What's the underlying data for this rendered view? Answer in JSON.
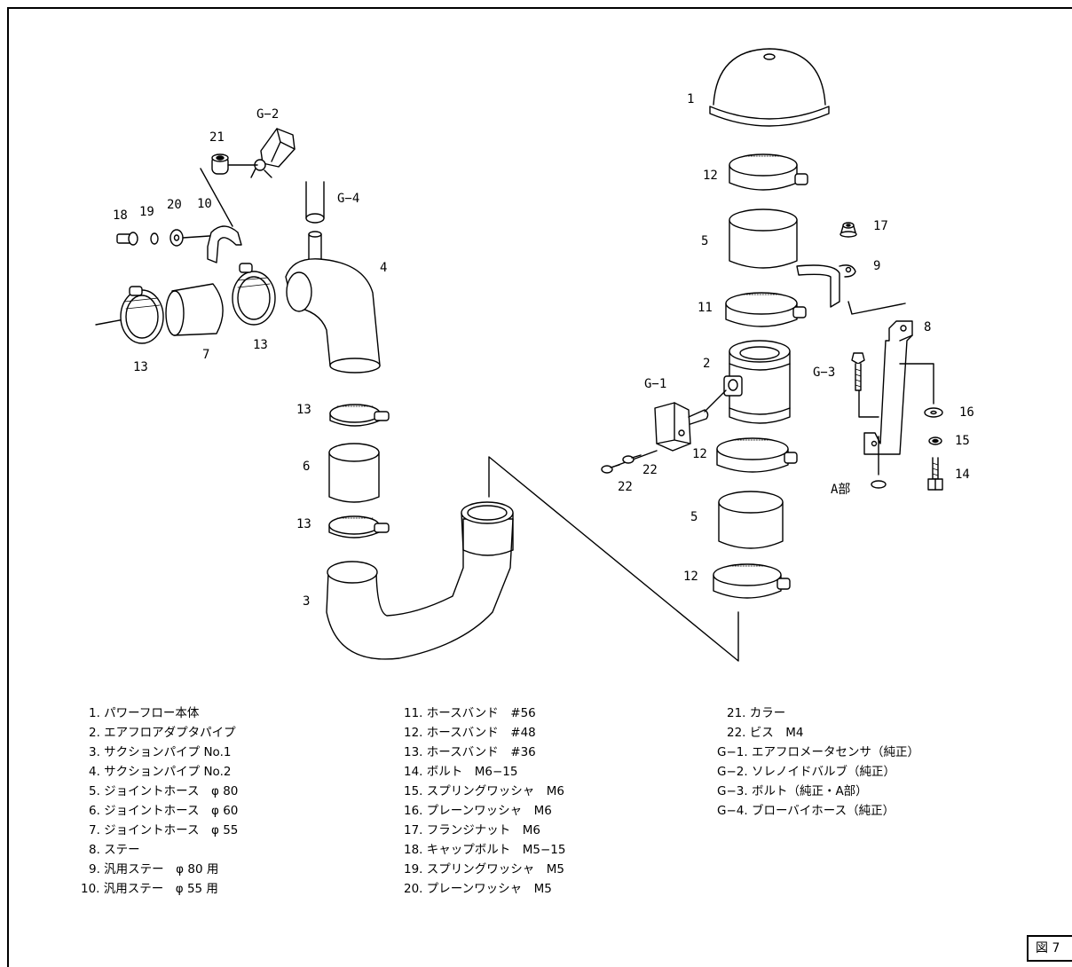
{
  "callouts": {
    "c1": "1",
    "c2": "2",
    "c3": "3",
    "c4": "4",
    "c5a": "5",
    "c5b": "5",
    "c6": "6",
    "c7": "7",
    "c8": "8",
    "c9": "9",
    "c10": "10",
    "c11": "11",
    "c12a": "12",
    "c12b": "12",
    "c12c": "12",
    "c13a": "13",
    "c13b": "13",
    "c13c": "13",
    "c13d": "13",
    "c14": "14",
    "c15": "15",
    "c16": "16",
    "c17": "17",
    "c18": "18",
    "c19": "19",
    "c20": "20",
    "c21": "21",
    "c22a": "22",
    "c22b": "22",
    "g1": "G−1",
    "g2": "G−2",
    "g3": "G−3",
    "g4": "G−4",
    "a_part": "A部"
  },
  "parts_list": {
    "col1": [
      "1. パワーフロー本体",
      "2. エアフロアダプタパイプ",
      "3. サクションパイプ No.1",
      "4. サクションパイプ No.2",
      "5. ジョイントホース　φ 80",
      "6. ジョイントホース　φ 60",
      "7. ジョイントホース　φ 55",
      "8. ステー",
      "9. 汎用ステー　φ 80 用",
      "10. 汎用ステー　φ 55 用"
    ],
    "col2": [
      "11. ホースバンド　#56",
      "12. ホースバンド　#48",
      "13. ホースバンド　#36",
      "14. ボルト　M6−15",
      "15. スプリングワッシャ　M6",
      "16. プレーンワッシャ　M6",
      "17. フランジナット　M6",
      "18. キャップボルト　M5−15",
      "19. スプリングワッシャ　M5",
      "20. プレーンワッシャ　M5"
    ],
    "col3": [
      "21. カラー",
      "22. ビス　M4",
      "G−1. エアフロメータセンサ（純正）",
      "G−2. ソレノイドバルブ（純正）",
      "G−3. ボルト（純正・A部）",
      "G−4. ブローバイホース（純正）"
    ]
  },
  "figure_tag": "図 7"
}
